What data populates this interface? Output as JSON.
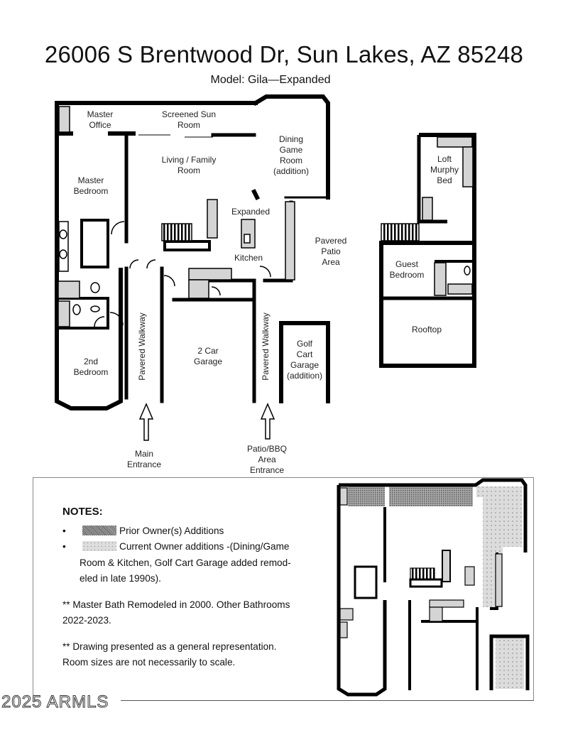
{
  "header": {
    "address": "26006 S Brentwood Dr, Sun Lakes, AZ 85248",
    "model": "Model: Gila—Expanded"
  },
  "rooms": {
    "master_office": [
      "Master",
      "Office"
    ],
    "sun_room": [
      "Screened Sun",
      "Room"
    ],
    "dining": [
      "Dining",
      "Game",
      "Room",
      "(addition)"
    ],
    "living": [
      "Living / Family",
      "Room"
    ],
    "master_bedroom": [
      "Master",
      "Bedroom"
    ],
    "kitchen_top": "Expanded",
    "kitchen_bottom": "Kitchen",
    "patio": [
      "Pavered",
      "Patio",
      "Area"
    ],
    "walkway_1": "Pavered  Walkway",
    "walkway_2": "Pavered  Walkway",
    "garage": [
      "2 Car",
      "Garage"
    ],
    "golf_cart": [
      "Golf",
      "Cart",
      "Garage",
      "(addition)"
    ],
    "second_bedroom": [
      "2nd",
      "Bedroom"
    ],
    "loft": [
      "Loft",
      "Murphy",
      "Bed"
    ],
    "guest_bedroom": [
      "Guest",
      "Bedroom"
    ],
    "rooftop": "Rooftop"
  },
  "entrances": {
    "main": [
      "Main",
      "Entrance"
    ],
    "patio": [
      "Patio/BBQ",
      "Area",
      "Entrance"
    ]
  },
  "notes": {
    "heading": "NOTES:",
    "bullet": "•",
    "legend_prior": "Prior Owner(s) Additions",
    "legend_current": "Current Owner additions -(Dining/Game Room  & Kitchen, Golf Cart Garage added remod-eled in late 1990s).",
    "note_bath": "** Master Bath Remodeled in 2000. Other  Bathrooms 2022-2023.",
    "note_scale": "** Drawing presented as a general representation. Room sizes are not necessarily to scale."
  },
  "colors": {
    "wall": "#000000",
    "fixture_fill": "#d4d4d4",
    "prior_addition": "#9a9a9a",
    "current_addition": "#dcdcdc"
  },
  "watermark": "2025 ARMLS"
}
